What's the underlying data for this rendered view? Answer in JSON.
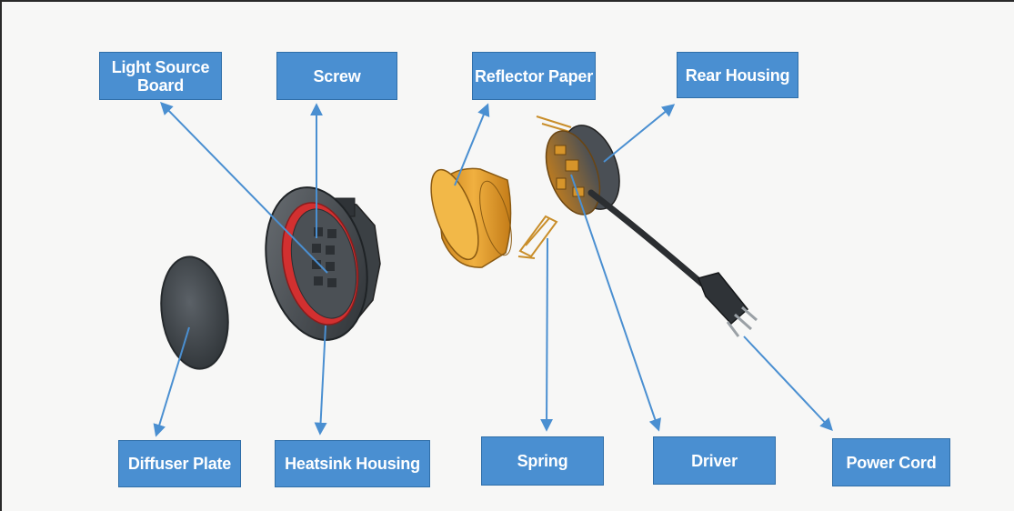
{
  "labels": {
    "light_source_board_line1": "Light Source",
    "light_source_board_line2": "Board",
    "screw": "Screw",
    "reflector_paper": "Reflector Paper",
    "rear_housing": "Rear Housing",
    "diffuser_plate": "Diffuser Plate",
    "heatsink_housing": "Heatsink Housing",
    "spring": "Spring",
    "driver": "Driver",
    "power_cord": "Power Cord"
  },
  "colors": {
    "label_fill": "#4a8fd1",
    "label_border": "#2f6ea8",
    "arrow": "#4a8fd1",
    "metal_dark": "#3e4348",
    "reflector": "#e8a428",
    "heatsink_ring_accent": "#d23030"
  }
}
